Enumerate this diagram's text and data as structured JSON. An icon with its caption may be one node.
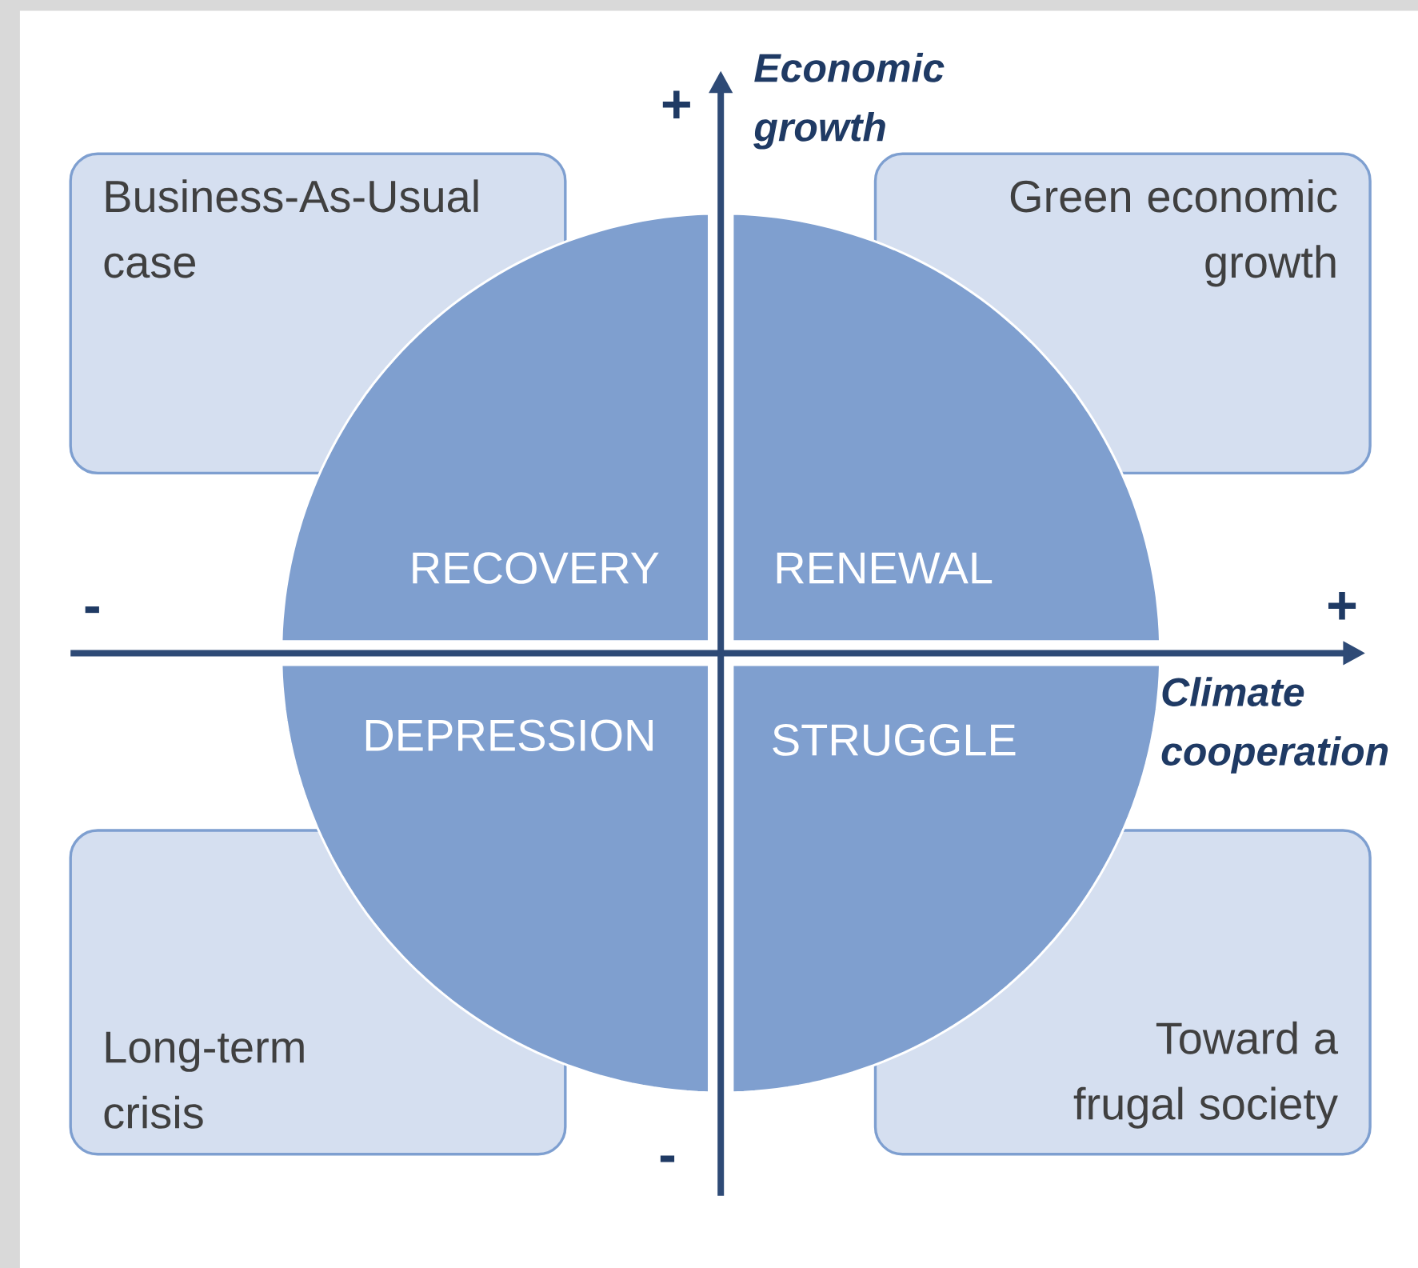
{
  "diagram": {
    "nodes": [
      {
        "text": [
          "Business-As-Usual case"
        ]
      },
      {
        "text": [
          "Green economic growth"
        ]
      },
      {
        "text": [
          "RECOVERY"
        ]
      },
      {
        "text": [
          "RENEWAL"
        ]
      },
      {
        "text": [
          "DEPRESSION"
        ]
      },
      {
        "text": [
          "STRUGGLE"
        ]
      },
      {
        "text": [
          "Long-term crisis"
        ]
      },
      {
        "text": [
          "Toward a frugal society"
        ]
      }
    ],
    "labels": [
      "+",
      "Economic growth",
      "-",
      "+",
      "Climate cooperation",
      "-"
    ]
  }
}
